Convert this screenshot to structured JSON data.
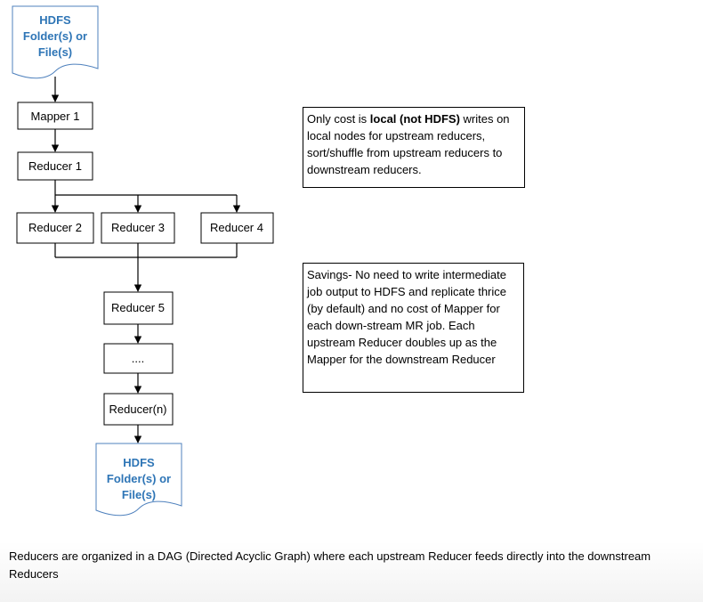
{
  "source": {
    "lines": [
      "HDFS",
      "Folder(s) or",
      "File(s)"
    ]
  },
  "target": {
    "lines": [
      "HDFS",
      "Folder(s) or",
      "File(s)"
    ]
  },
  "nodes": {
    "mapper1": "Mapper 1",
    "reducer1": "Reducer 1",
    "reducer2": "Reducer 2",
    "reducer3": "Reducer 3",
    "reducer4": "Reducer 4",
    "reducer5": "Reducer 5",
    "ellipsis": "....",
    "reducern": "Reducer(n)"
  },
  "notes": {
    "cost": {
      "prefix": "Only cost is ",
      "bold": "local (not HDFS)",
      "suffix": " writes on local nodes for upstream reducers, sort/shuffle from upstream reducers to downstream reducers."
    },
    "savings": "Savings- No need to write intermediate job output to HDFS and replicate thrice (by default) and no cost of Mapper for each down-stream MR job. Each upstream Reducer doubles up as the Mapper for the downstream Reducer"
  },
  "caption": "Reducers are organized in a DAG (Directed Acyclic Graph) where each upstream Reducer feeds directly into the downstream Reducers"
}
